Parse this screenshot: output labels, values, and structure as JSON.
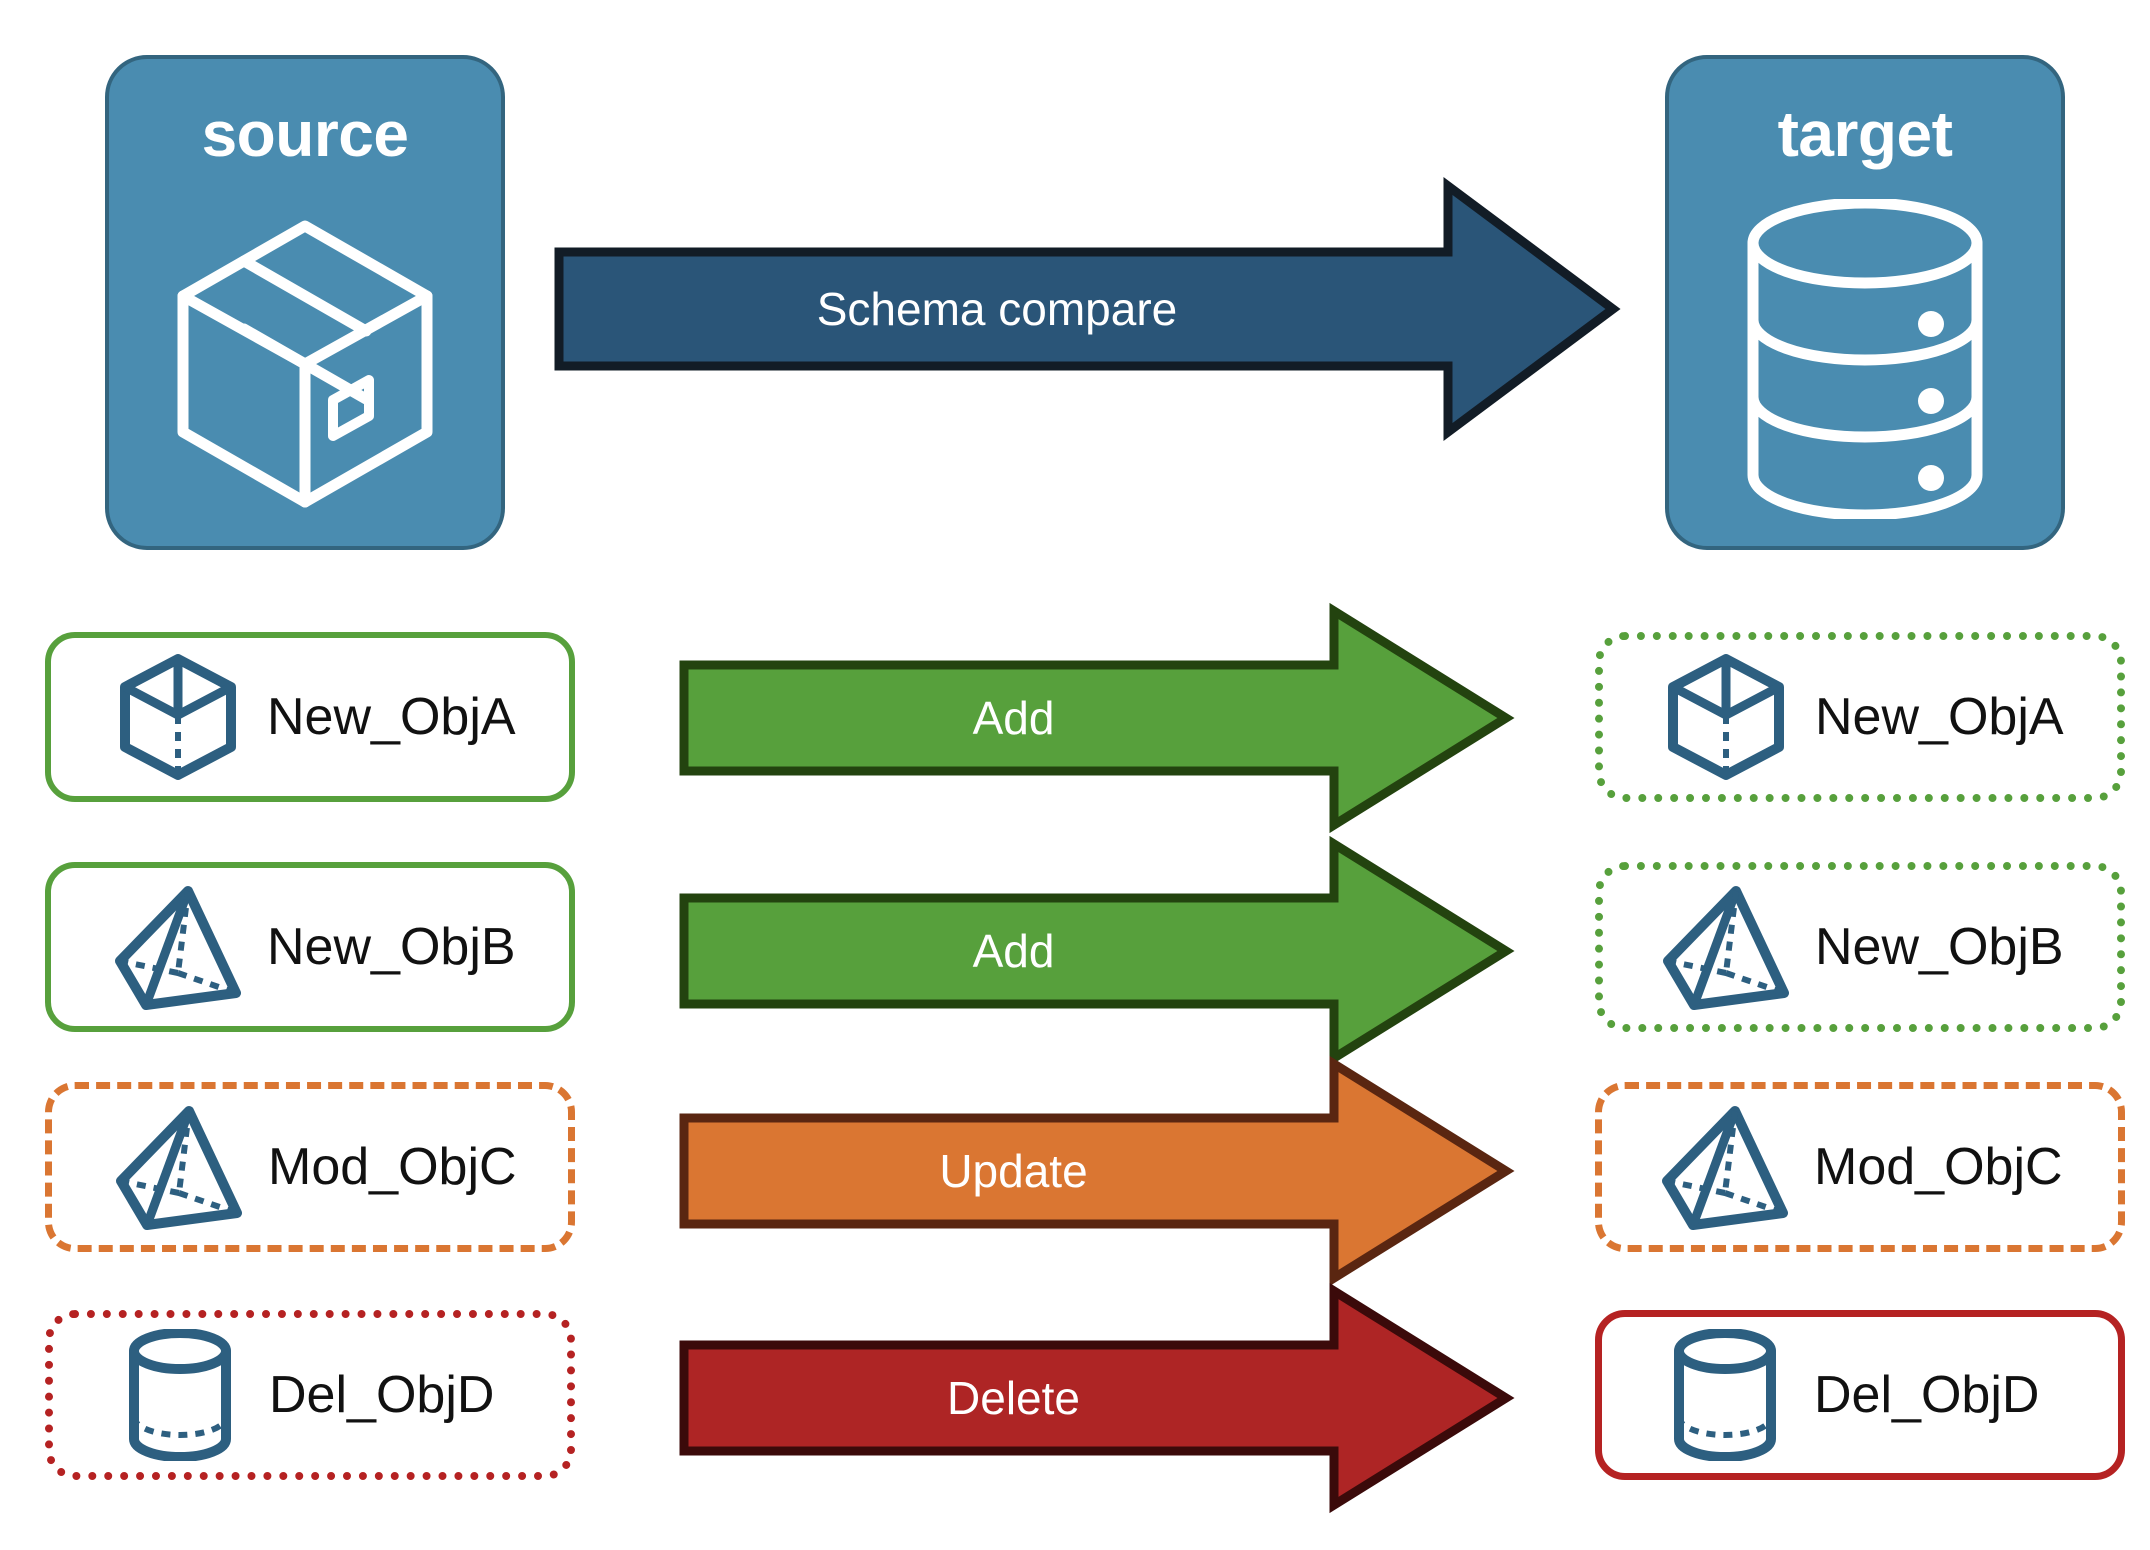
{
  "diagram": {
    "title_hidden": "",
    "colors": {
      "panel_fill": "#4a8cb0",
      "panel_stroke": "#33657f",
      "schema_arrow_fill": "#2a5578",
      "schema_arrow_stroke": "#121c26",
      "add_fill": "#57a03c",
      "add_stroke": "#23430f",
      "update_fill": "#da7632",
      "update_stroke": "#5a2611",
      "delete_fill": "#ae2525",
      "delete_stroke": "#3b0a0a",
      "object_icon": "#2d5f80",
      "label_text": "#111111",
      "arrow_text": "#ffffff"
    },
    "endpoints": {
      "source": {
        "label": "source",
        "icon": "package-box-icon"
      },
      "target": {
        "label": "target",
        "icon": "database-cylinder-icon"
      }
    },
    "compare_arrow": {
      "label": "Schema compare",
      "icon": "right-arrow-icon"
    },
    "rows": [
      {
        "action": "Add",
        "action_icon": "right-arrow-icon",
        "source": {
          "label": "New_ObjA",
          "icon": "wireframe-cube-icon",
          "border": "solid-green"
        },
        "target": {
          "label": "New_ObjA",
          "icon": "wireframe-cube-icon",
          "border": "dotted-green"
        }
      },
      {
        "action": "Add",
        "action_icon": "right-arrow-icon",
        "source": {
          "label": "New_ObjB",
          "icon": "wireframe-pyramid-icon",
          "border": "solid-green"
        },
        "target": {
          "label": "New_ObjB",
          "icon": "wireframe-pyramid-icon",
          "border": "dotted-green"
        }
      },
      {
        "action": "Update",
        "action_icon": "right-arrow-icon",
        "source": {
          "label": "Mod_ObjC",
          "icon": "wireframe-pyramid-icon",
          "border": "dashed-orange"
        },
        "target": {
          "label": "Mod_ObjC",
          "icon": "wireframe-pyramid-icon",
          "border": "dashed-orange"
        }
      },
      {
        "action": "Delete",
        "action_icon": "right-arrow-icon",
        "source": {
          "label": "Del_ObjD",
          "icon": "wireframe-cylinder-icon",
          "border": "dotted-red"
        },
        "target": {
          "label": "Del_ObjD",
          "icon": "wireframe-cylinder-icon",
          "border": "solid-red"
        }
      }
    ]
  }
}
